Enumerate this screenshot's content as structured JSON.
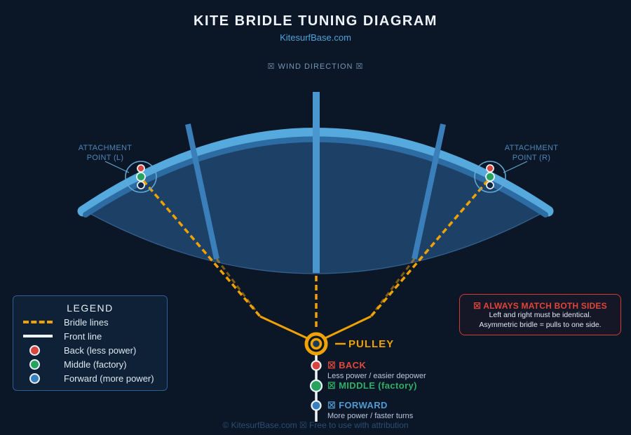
{
  "colors": {
    "background": "#0b1626",
    "accent_orange": "#f0a202",
    "kite_leading_edge_light": "#55a9dd",
    "kite_leading_edge_dark": "#2d6ca3",
    "canopy": "#1d4066",
    "strut_blue": "#3b7fba",
    "back_red": "#d9453c",
    "middle_green": "#28a35e",
    "forward_blue": "#3780bd",
    "warning_red": "#d23b2f",
    "front_line_white": "#edf3f8"
  },
  "header": {
    "title": "KITE BRIDLE TUNING DIAGRAM",
    "subtitle": "KitesurfBase.com",
    "wind_label": "☒ WIND DIRECTION ☒"
  },
  "diagram": {
    "attachment_left_line1": "ATTACHMENT",
    "attachment_left_line2": "POINT (L)",
    "attachment_right_line1": "ATTACHMENT",
    "attachment_right_line2": "POINT (R)",
    "pulley_label": "PULLEY"
  },
  "settings": [
    {
      "label": "☒ BACK",
      "sub": "Less power / easier depower"
    },
    {
      "label": "☒ MIDDLE (factory)",
      "sub": ""
    },
    {
      "label": "☒ FORWARD",
      "sub": "More power / faster turns"
    }
  ],
  "legend": {
    "title": "LEGEND",
    "items": [
      {
        "swatch": "dashed-orange-line",
        "label": "Bridle lines"
      },
      {
        "swatch": "solid-white-line",
        "label": "Front line"
      },
      {
        "swatch": "red-dot",
        "label": "Back (less power)"
      },
      {
        "swatch": "green-dot",
        "label": "Middle (factory)"
      },
      {
        "swatch": "blue-dot",
        "label": "Forward (more power)"
      }
    ]
  },
  "warning": {
    "title": "☒ ALWAYS MATCH BOTH SIDES",
    "line1": "Left and right must be identical.",
    "line2": "Asymmetric bridle = pulls to one side."
  },
  "footer": "© KitesurfBase.com ☒ Free to use with attribution"
}
